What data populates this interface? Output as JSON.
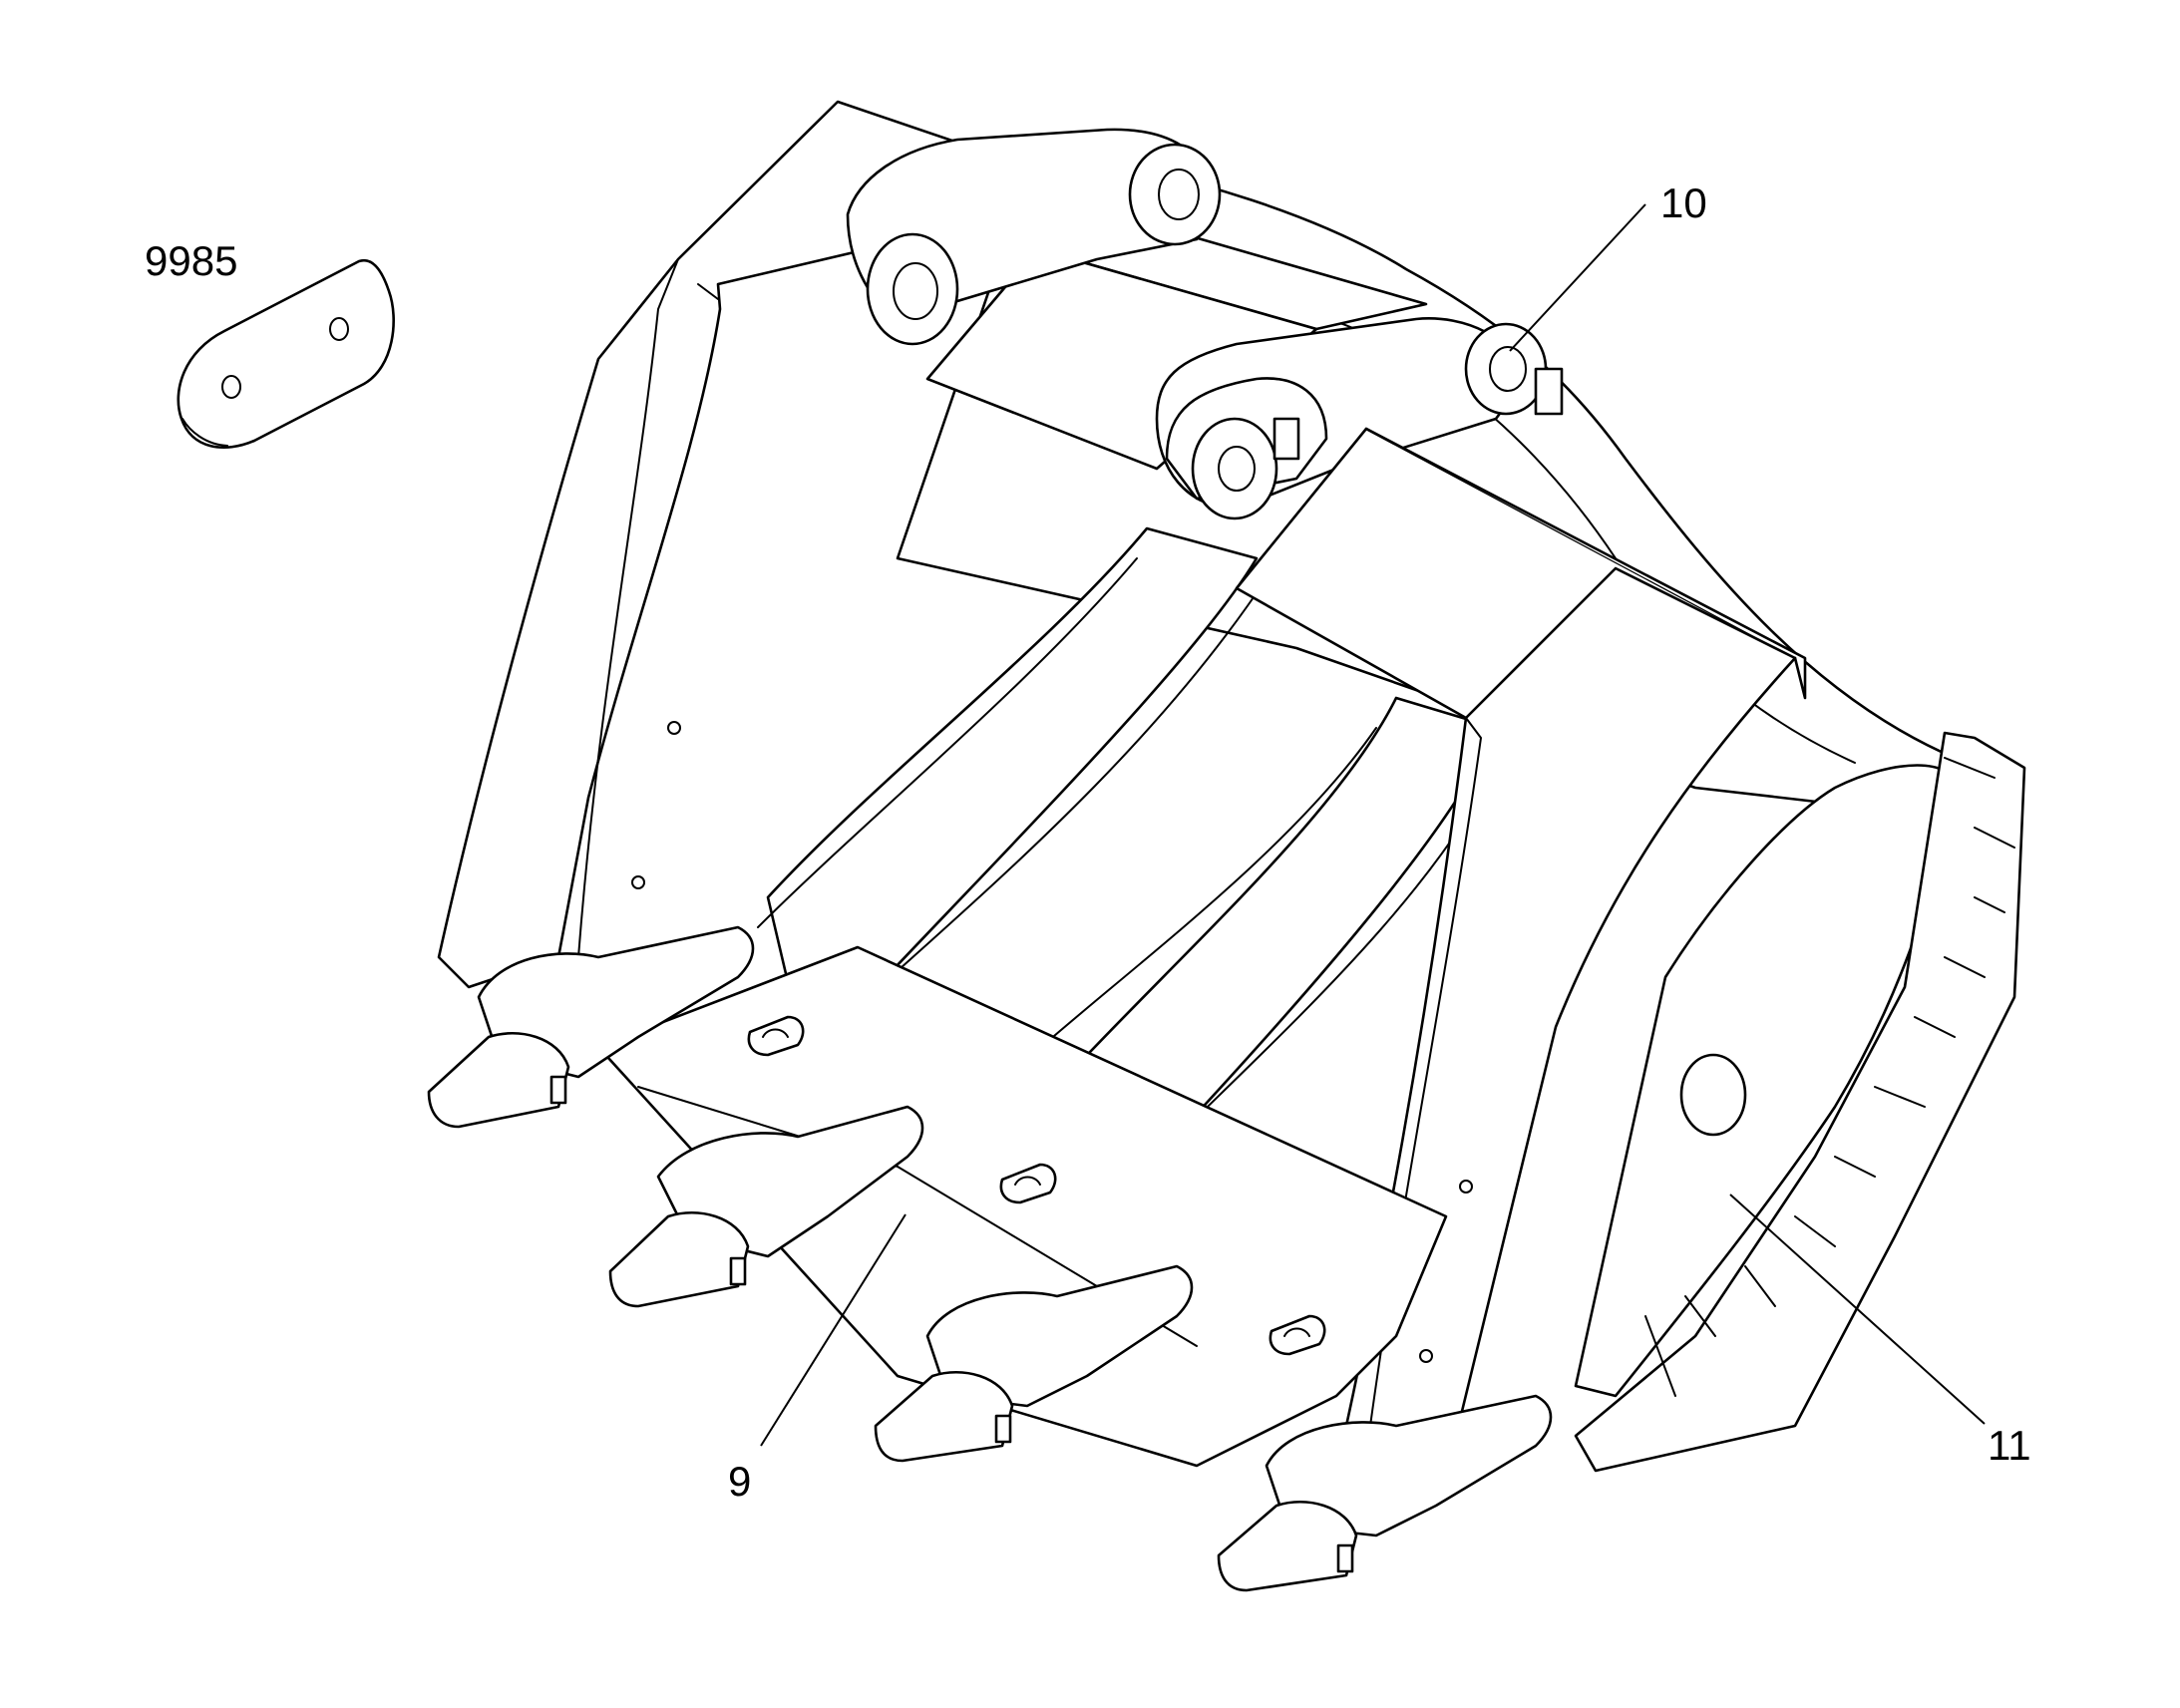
{
  "diagram": {
    "callouts": {
      "plate_kit": "9985",
      "part_10": "10",
      "part_9": "9",
      "part_11": "11"
    },
    "line_color": "#000000",
    "background": "#ffffff"
  }
}
